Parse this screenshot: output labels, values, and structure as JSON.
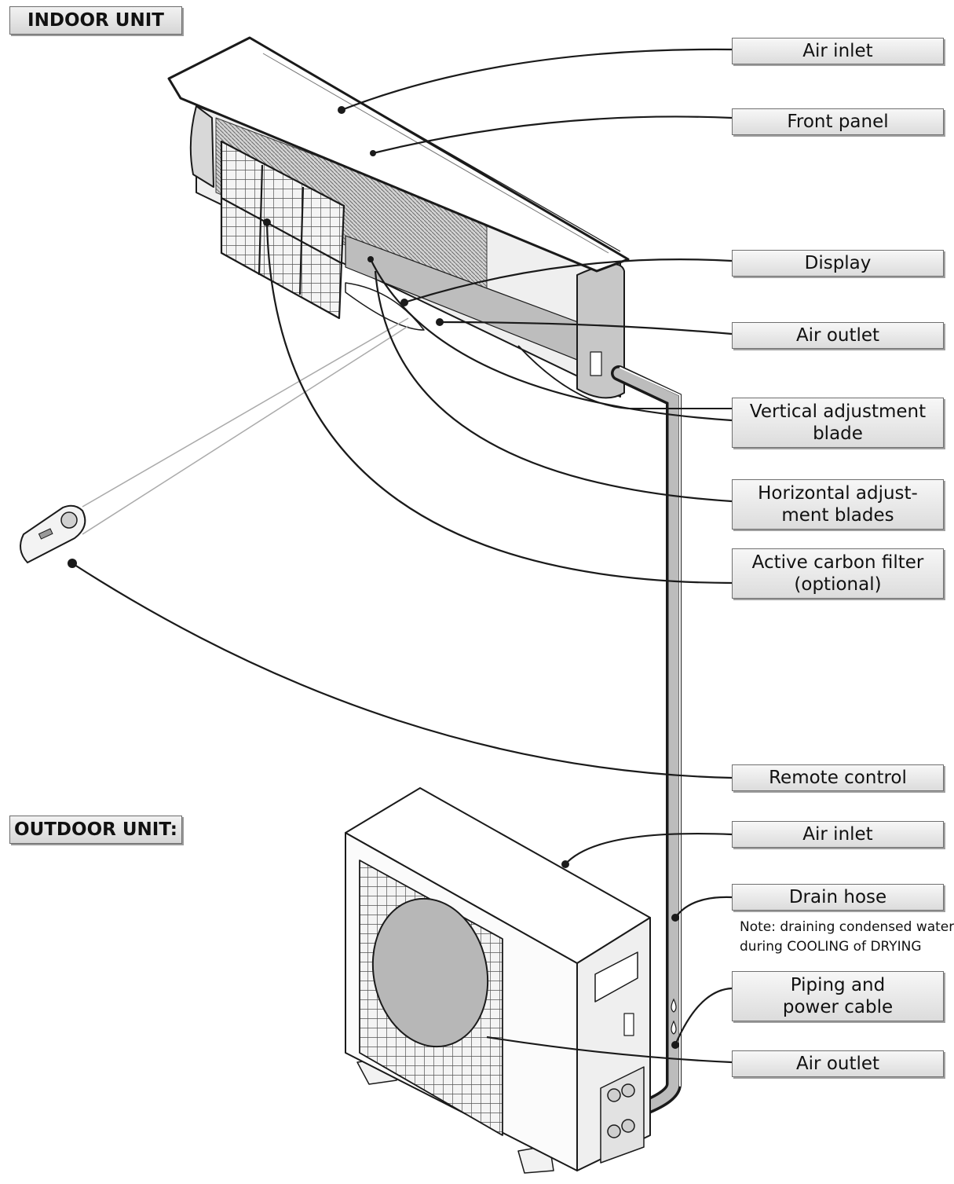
{
  "sections": {
    "indoor": "INDOOR UNIT",
    "outdoor": "OUTDOOR UNIT:"
  },
  "indoor_labels": {
    "air_inlet": "Air inlet",
    "front_panel": "Front panel",
    "display": "Display",
    "air_outlet": "Air outlet",
    "vertical_blade_1": "Vertical adjustment",
    "vertical_blade_2": "blade",
    "horizontal_blades_1": "Horizontal adjust-",
    "horizontal_blades_2": "ment blades",
    "carbon_filter_1": "Active carbon filter",
    "carbon_filter_2": "(optional)",
    "remote_control": "Remote control"
  },
  "outdoor_labels": {
    "air_inlet": "Air inlet",
    "drain_hose": "Drain hose",
    "note_1": "Note: draining condensed water",
    "note_2": "during COOLING of DRYING",
    "piping_1": "Piping and",
    "piping_2": "power cable",
    "air_outlet": "Air outlet"
  },
  "colors": {
    "label_fill": "#e4e4e4",
    "line": "#1a1a1a"
  }
}
